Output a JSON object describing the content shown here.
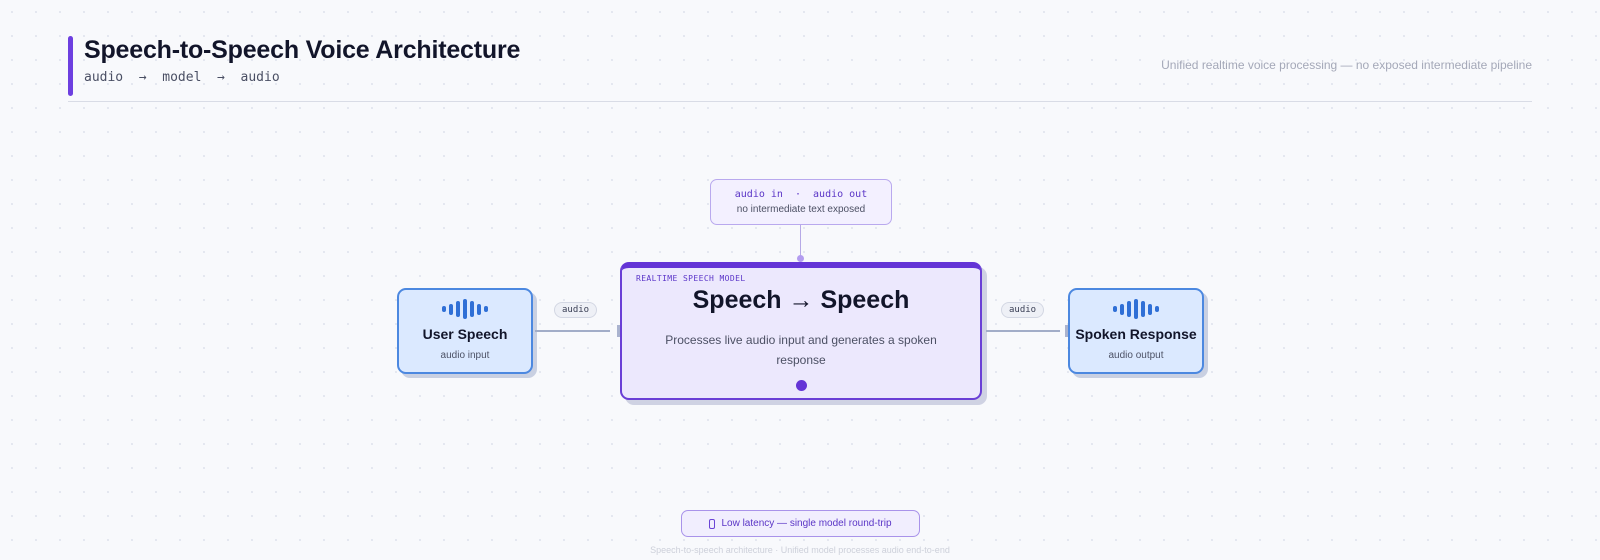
{
  "header": {
    "title": "Speech-to-Speech Voice Architecture",
    "flow": "audio  →  model  →  audio",
    "tagline": "Unified realtime voice processing — no exposed intermediate pipeline"
  },
  "nodes": {
    "input": {
      "title": "User Speech",
      "subtitle": "audio input",
      "icon": "waveform-icon"
    },
    "model": {
      "kicker": "REALTIME SPEECH MODEL",
      "title": "Speech → Speech",
      "description": "Processes live audio input and generates a spoken response"
    },
    "output": {
      "title": "Spoken Response",
      "subtitle": "audio output",
      "icon": "waveform-icon"
    }
  },
  "edges": {
    "input_label": "audio",
    "output_label": "audio"
  },
  "callout": {
    "line1": "audio in  ·  audio out",
    "line2": "no intermediate text exposed"
  },
  "badge": {
    "text": "Low latency — single model round-trip",
    "icon": "phone-icon"
  },
  "footer": "Speech-to-speech architecture  ·  Unified model processes audio end-to-end",
  "colors": {
    "accent": "#6434d6",
    "node_fill": "#dbe9ff",
    "node_border": "#4c88e0",
    "model_fill": "#ece8fd"
  }
}
